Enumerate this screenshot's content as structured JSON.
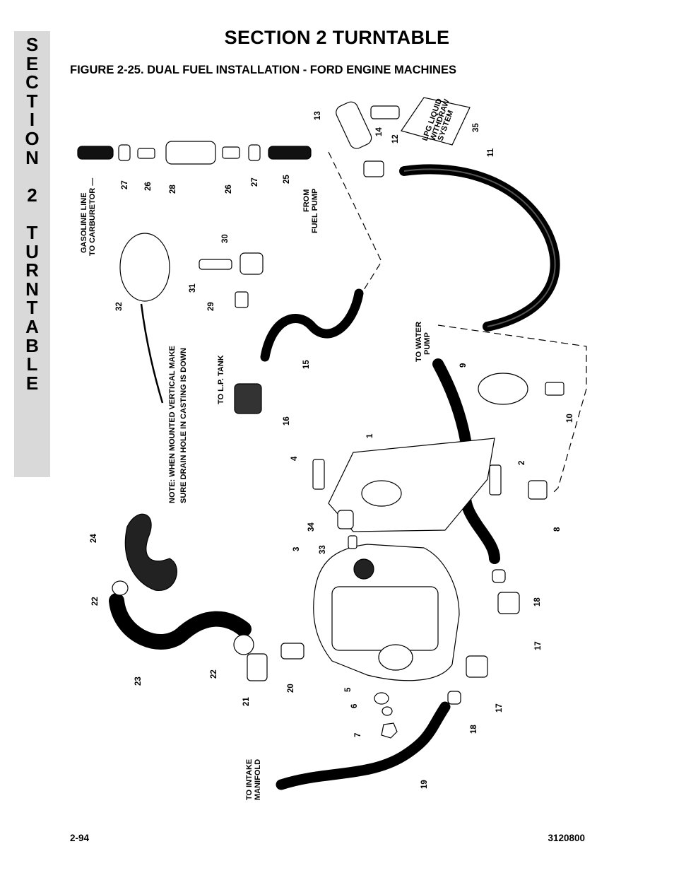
{
  "page": {
    "section_title": "SECTION 2  TURNTABLE",
    "side_tab_letters": [
      "S",
      "E",
      "C",
      "T",
      "I",
      "O",
      "N",
      " ",
      "2",
      " ",
      "T",
      "U",
      "R",
      "N",
      "T",
      "A",
      "B",
      "L",
      "E"
    ],
    "figure_caption": "FIGURE 2-25.   DUAL FUEL INSTALLATION - FORD ENGINE MACHINES",
    "page_number": "2-94",
    "document_number": "3120800"
  },
  "figure": {
    "labels": {
      "gasoline_line": [
        "GASOLINE LINE",
        "TO CARBURETOR —"
      ],
      "from_fuel_pump": [
        "FROM",
        "FUEL PUMP"
      ],
      "to_lp_tank": "TO L.P. TANK",
      "to_water_pump": [
        "TO WATER",
        "PUMP"
      ],
      "note": [
        "NOTE: WHEN MOUNTED VERTICAL MAKE",
        "SURE DRAIN HOLE IN CASTING IS DOWN"
      ],
      "to_intake_manifold": [
        "TO INTAKE",
        "MANIFOLD"
      ],
      "decal": [
        "LPG LIQUID",
        "WITHDRAW",
        "SYSTEM"
      ]
    },
    "callouts": {
      "c1": "1",
      "c2": "2",
      "c3": "3",
      "c4": "4",
      "c5": "5",
      "c6": "6",
      "c7": "7",
      "c8": "8",
      "c9": "9",
      "c10": "10",
      "c11": "11",
      "c12": "12",
      "c13": "13",
      "c14": "14",
      "c15": "15",
      "c16": "16",
      "c17a": "17",
      "c17b": "17",
      "c18a": "18",
      "c18b": "18",
      "c19": "19",
      "c20": "20",
      "c21": "21",
      "c22a": "22",
      "c22b": "22",
      "c23": "23",
      "c24": "24",
      "c25": "25",
      "c26a": "26",
      "c26b": "26",
      "c27a": "27",
      "c27b": "27",
      "c28": "28",
      "c29": "29",
      "c30": "30",
      "c31": "31",
      "c32": "32",
      "c33": "33",
      "c34": "34",
      "c35": "35"
    }
  }
}
